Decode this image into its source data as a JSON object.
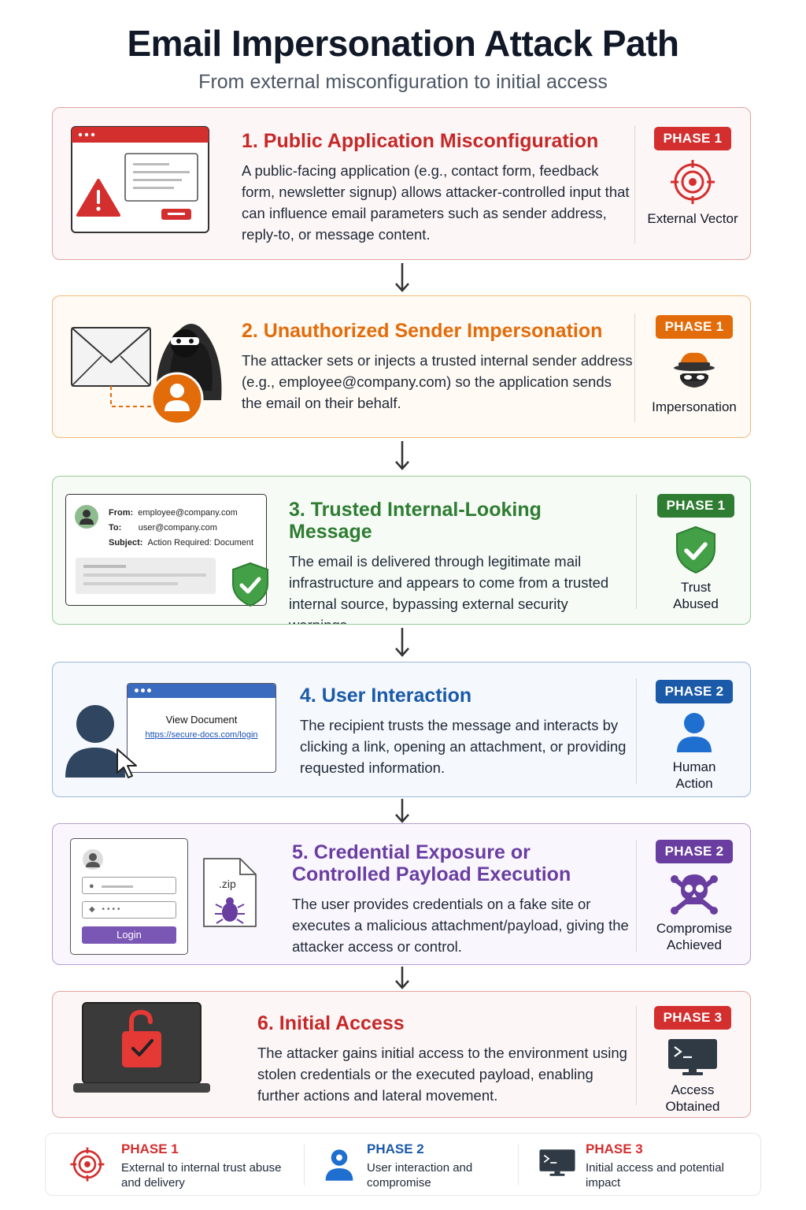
{
  "header": {
    "title": "Email Impersonation Attack Path",
    "subtitle": "From external misconfiguration to initial access"
  },
  "colors": {
    "red": "#d32f2f",
    "orange": "#e36c0a",
    "green": "#2e7d32",
    "blue": "#1a5aa8",
    "purple": "#6a3ea1"
  },
  "steps": [
    {
      "title": "1. Public Application Misconfiguration",
      "description": "A public-facing application (e.g., contact form, feedback form, newsletter signup) allows attacker-controlled input that can influence email parameters such as sender address, reply-to, or message content.",
      "phase": "PHASE 1",
      "side_label": "External Vector",
      "icon": "target-icon"
    },
    {
      "title": "2. Unauthorized Sender Impersonation",
      "description": "The attacker sets or injects a trusted internal sender address (e.g., employee@company.com) so the application sends the email on their behalf.",
      "phase": "PHASE 1",
      "side_label": "Impersonation",
      "icon": "spy-icon"
    },
    {
      "title": "3. Trusted Internal-Looking Message",
      "description": "The email is delivered through legitimate mail infrastructure and appears to come from a trusted internal source, bypassing external security warnings.",
      "phase": "PHASE 1",
      "side_label": "Trust Abused",
      "icon": "shield-check-icon",
      "email": {
        "from_label": "From:",
        "from_value": "employee@company.com",
        "to_label": "To:",
        "to_value": "user@company.com",
        "subject_label": "Subject:",
        "subject_value": "Action Required: Document"
      }
    },
    {
      "title": "4. User Interaction",
      "description": "The recipient trusts the message and interacts by clicking a link, opening an attachment, or providing requested information.",
      "phase": "PHASE 2",
      "side_label": "Human Action",
      "icon": "user-icon",
      "browser": {
        "heading": "View Document",
        "link": "https://secure-docs.com/login"
      }
    },
    {
      "title": "5. Credential Exposure or Controlled Payload Execution",
      "description": "The user provides credentials on a fake site or executes a malicious attachment/payload, giving the attacker access or control.",
      "phase": "PHASE 2",
      "side_label": "Compromise Achieved",
      "icon": "skull-crossbones-icon",
      "login_button": "Login",
      "file_ext": ".zip"
    },
    {
      "title": "6. Initial Access",
      "description": "The attacker gains initial access to the environment using stolen credentials or the executed payload, enabling further actions and lateral movement.",
      "phase": "PHASE 3",
      "side_label": "Access Obtained",
      "icon": "terminal-icon"
    }
  ],
  "legend": [
    {
      "phase": "PHASE 1",
      "text": "External to internal trust abuse and delivery"
    },
    {
      "phase": "PHASE 2",
      "text": "User interaction and compromise"
    },
    {
      "phase": "PHASE 3",
      "text": "Initial access and potential impact"
    }
  ]
}
